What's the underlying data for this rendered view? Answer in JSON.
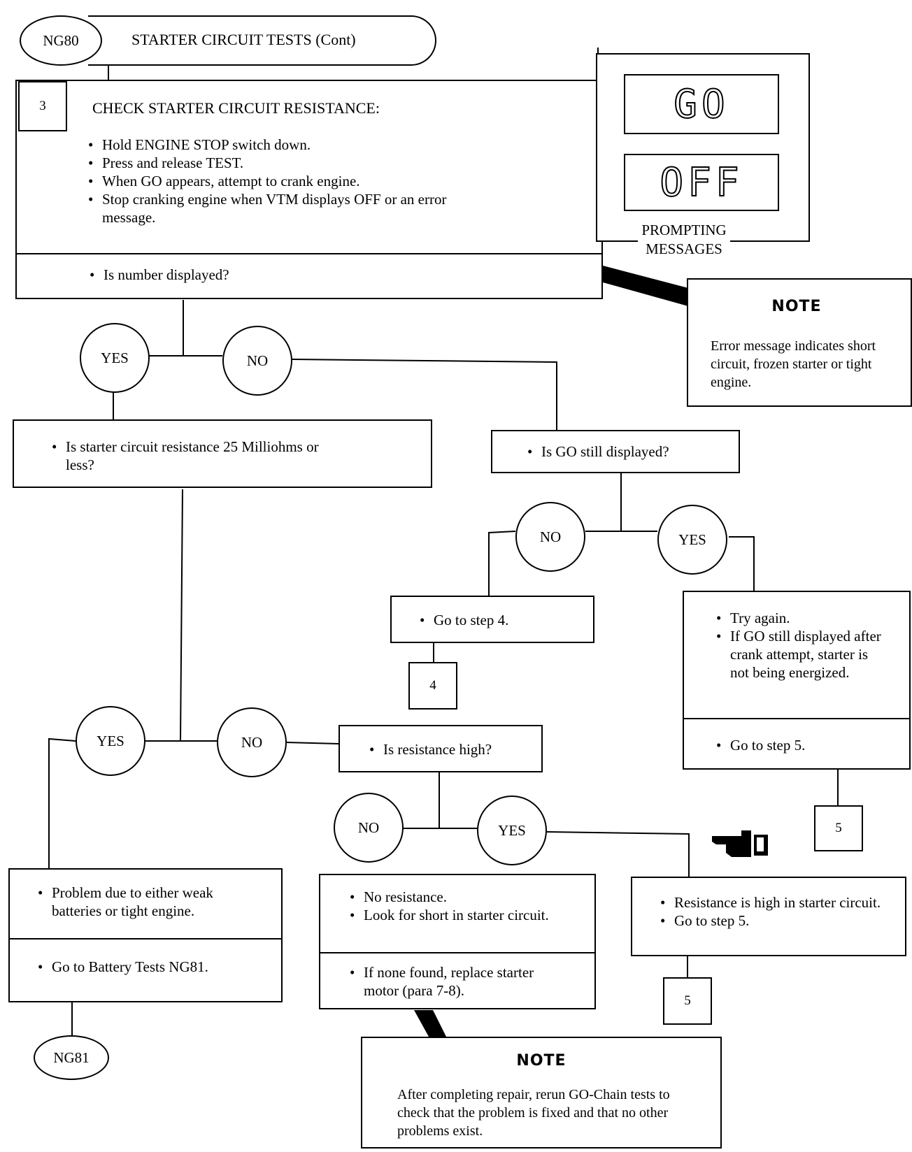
{
  "header": {
    "code": "NG80",
    "title": "STARTER CIRCUIT TESTS (Cont)"
  },
  "step3": {
    "number": "3",
    "title": "CHECK STARTER CIRCUIT RESISTANCE:",
    "bullets": [
      "Hold ENGINE STOP switch down.",
      "Press and release TEST.",
      "When GO appears, attempt to crank engine.",
      "Stop cranking engine when VTM displays OFF or an error message."
    ],
    "question": "Is number displayed?"
  },
  "prompting": {
    "display1": "GO",
    "display2": "OFF",
    "label": "PROMPTING MESSAGES"
  },
  "note1": {
    "heading": "NOTE",
    "text": "Error message indicates short circuit, frozen starter or tight engine."
  },
  "branch1": {
    "yes": "YES",
    "no": "NO"
  },
  "q_resistance25": "Is starter circuit resistance 25 Milliohms or less?",
  "q_go_displayed": "Is GO still displayed?",
  "branch2": {
    "no": "NO",
    "yes": "YES"
  },
  "goto4_box": "Go to step 4.",
  "step4_ref": "4",
  "try_again": {
    "bullets": [
      "Try again.",
      "If GO still displayed after crank attempt, starter is not being energized."
    ],
    "action": "Go to step 5."
  },
  "step5_ref_a": "5",
  "branch3": {
    "yes": "YES",
    "no": "NO"
  },
  "q_resistance_high": "Is resistance high?",
  "branch4": {
    "no": "NO",
    "yes": "YES"
  },
  "weak_batteries": {
    "text": "Problem due to either weak batteries or tight engine.",
    "action": "Go to Battery Tests NG81."
  },
  "no_resistance": {
    "bullets": [
      "No resistance.",
      "Look for short in starter circuit."
    ],
    "action": "If none found, replace starter motor (para 7-8)."
  },
  "resistance_high": {
    "bullets": [
      "Resistance is high in starter circuit.",
      "Go to step 5."
    ]
  },
  "step5_ref_b": "5",
  "ng81": "NG81",
  "hand_icon": "pointing-hand-icon",
  "note2": {
    "heading": "NOTE",
    "text": "After completing repair, rerun GO-Chain tests to check that the problem is fixed and that no other problems exist."
  }
}
